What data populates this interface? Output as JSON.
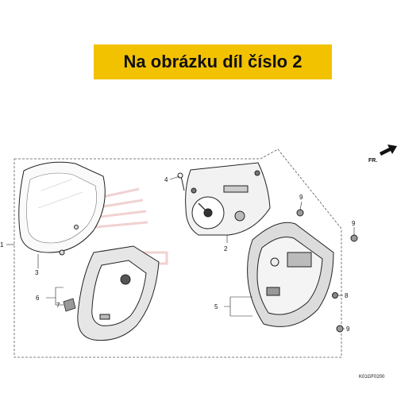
{
  "banner": {
    "text": "Na obrázku díl číslo 2",
    "color": "#f2c200"
  },
  "direction": {
    "label": "FR.",
    "icon": "direction-arrow-icon"
  },
  "diagram_code": "K01GF0200",
  "callouts": {
    "c1": "1",
    "c2": "2",
    "c3": "3",
    "c4": "4",
    "c5": "5",
    "c6": "6",
    "c7": "7",
    "c8": "8",
    "c9a": "9",
    "c9b": "9",
    "c9c": "9"
  }
}
